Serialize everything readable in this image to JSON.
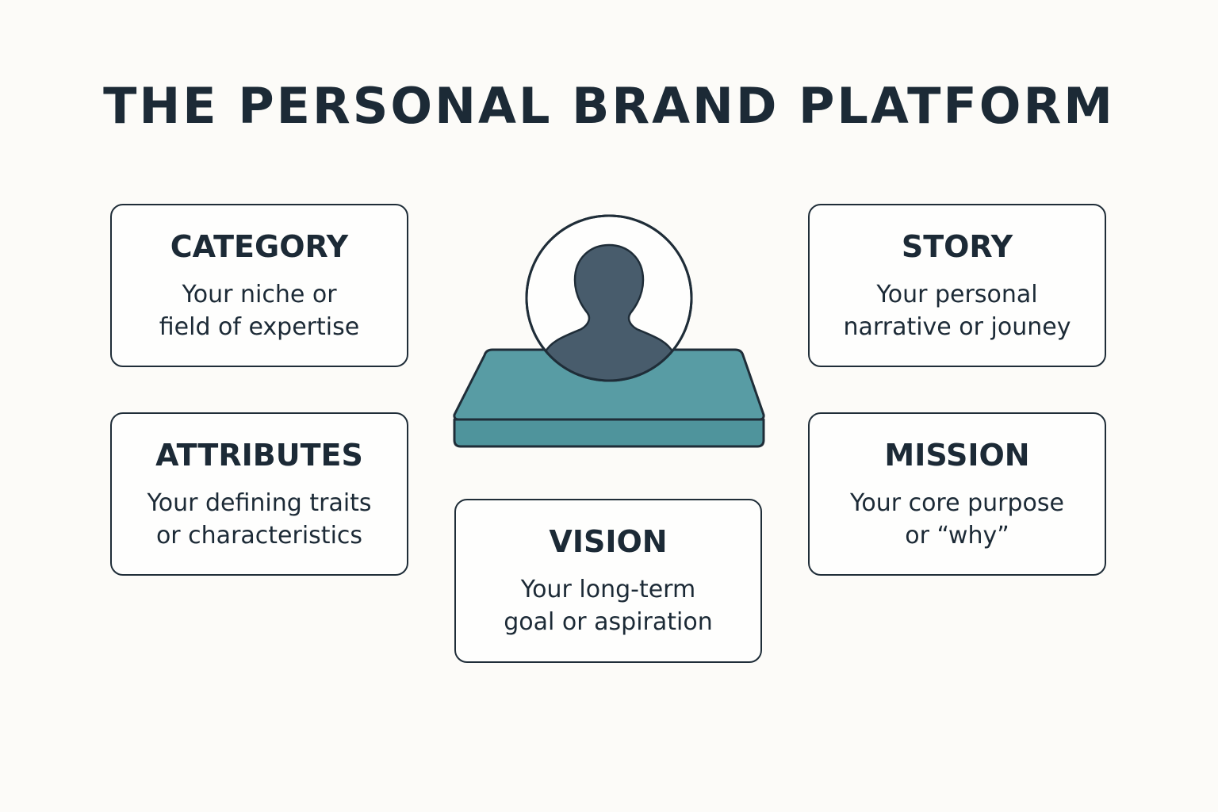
{
  "title": "THE PERSONAL BRAND PLATFORM",
  "colors": {
    "background": "#fcfbf8",
    "text": "#1c2a36",
    "platform_teal": "#579ba3",
    "person_silhouette": "#485c6c",
    "outline": "#1f2d38"
  },
  "center": {
    "icon": "person-on-platform-icon"
  },
  "cards": {
    "category": {
      "heading": "CATEGORY",
      "line1": "Your niche or",
      "line2": "field of expertise"
    },
    "attributes": {
      "heading": "ATTRIBUTES",
      "line1": "Your defining traits",
      "line2": "or characteristics"
    },
    "story": {
      "heading": "STORY",
      "line1": "Your personal",
      "line2": "narrative or jouney"
    },
    "mission": {
      "heading": "MISSION",
      "line1": "Your core purpose",
      "line2": "or “why”"
    },
    "vision": {
      "heading": "VISION",
      "line1": "Your long-term",
      "line2": "goal or aspiration"
    }
  }
}
